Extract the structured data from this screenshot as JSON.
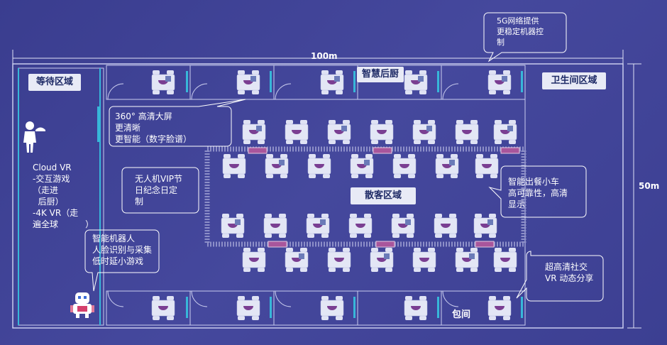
{
  "dimensions": {
    "width_label": "100m",
    "height_label": "50m"
  },
  "zones": {
    "waiting": "等待区域",
    "kitchen": "智慧后厨",
    "restroom": "卫生间区域",
    "casual": "散客区域",
    "private_room": "包间"
  },
  "callouts": {
    "network": "5G网络提供\n更稳定机器控\n制",
    "screen": "360° 高清大屏\n更清晰\n更智能（数字脸谱）",
    "drone": "无人机VIP节\n日纪念日定\n制",
    "cart": "智能出餐小车\n高可靠性，高清\n显示",
    "social_vr": "超高清社交\nVR 动态分享",
    "robot": "智能机器人\n人脸识别与采集\n低时延小游戏",
    "cloud_vr": "Cloud VR\n-交互游戏\n（走进\n  后厨）\n-4K VR（走\n遍全球          ）"
  },
  "colors": {
    "background": "#3f4297",
    "line": "#c9ccee",
    "teal": "#37b7d9",
    "purple": "#a8569c",
    "table": "#e3e6f5"
  }
}
